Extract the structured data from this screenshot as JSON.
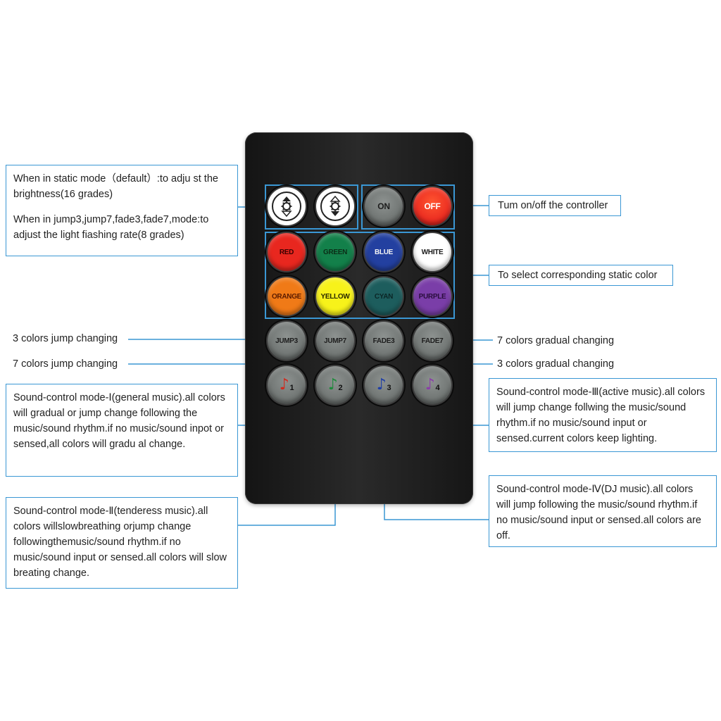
{
  "remote": {
    "brightness_down_icon": "brightness-down-icon",
    "brightness_up_icon": "brightness-up-icon",
    "on_label": "ON",
    "off_label": "OFF",
    "colors": [
      {
        "label": "RED",
        "bg": "#e8271f",
        "fg": "#3a0000"
      },
      {
        "label": "GREEN",
        "bg": "#13804a",
        "fg": "#0b2e17"
      },
      {
        "label": "BLUE",
        "bg": "#2340a0",
        "fg": "#f4f4f4"
      },
      {
        "label": "WHITE",
        "bg": "#ffffff",
        "fg": "#1a1a1a"
      },
      {
        "label": "ORANGE",
        "bg": "#f07a17",
        "fg": "#5a1b00"
      },
      {
        "label": "YELLOW",
        "bg": "#f7f21a",
        "fg": "#2a2a00"
      },
      {
        "label": "CYAN",
        "bg": "#1d5d5d",
        "fg": "#0b2626"
      },
      {
        "label": "PURPLE",
        "bg": "#7a3ea8",
        "fg": "#2a0d3e"
      }
    ],
    "modes": [
      "JUMP3",
      "JUMP7",
      "FADE3",
      "FADE7"
    ],
    "music": [
      {
        "num": "1",
        "note_color": "#d02a1e"
      },
      {
        "num": "2",
        "note_color": "#1f8a3c"
      },
      {
        "num": "3",
        "note_color": "#1e3ea6"
      },
      {
        "num": "4",
        "note_color": "#8a3ea8"
      }
    ]
  },
  "callouts": {
    "brightness_line1": "When in static mode（default）:to adju st the brightness(16 grades)",
    "brightness_line2": "When in jump3,jump7,fade3,fade7,mode:to adjust the light fiashing rate(8 grades)",
    "power": "Tum on/off the controller",
    "static_color": "To select corresponding static color",
    "jump3": "3 colors jump changing",
    "jump7": "7 colors jump changing",
    "fade3": "3 colors gradual changing",
    "fade7": "7 colors gradual changing",
    "mode1": "Sound-control mode-Ⅰ(general music).all colors will gradual or jump change following the music/sound rhythm.if no music/sound inpot or sensed,all colors will gradu al change.",
    "mode2": "Sound-control mode-Ⅱ(tenderess music).all colors willslowbreathing orjump change followingthemusic/sound rhythm.if no music/sound input or sensed.all colors will slow breating change.",
    "mode3": "Sound-control mode-Ⅲ(active music).all colors will jump change follwing the music/sound rhythm.if no music/sound input or sensed.current colors keep lighting.",
    "mode4": "Sound-control mode-Ⅳ(DJ music).all colors will jump following the music/sound rhythm.if no music/sound input or sensed.all colors are off."
  },
  "colors": {
    "accent": "#3a97d4",
    "remote_body": "#1e1e1e",
    "button_grey": "#6d7270"
  }
}
